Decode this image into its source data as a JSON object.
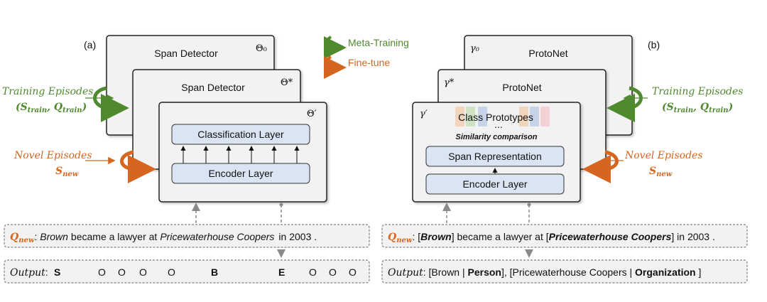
{
  "panel_a": {
    "label": "(a)",
    "back_title": "Span Detector",
    "back_param": "Θ₀",
    "mid_title": "Span Detector",
    "mid_param": "Θ*",
    "front_param": "Θ′",
    "classification_layer": "Classification Layer",
    "encoder_layer": "Encoder Layer",
    "training_episodes": "Training Episodes",
    "training_set": "(S_train, Q_train)",
    "novel_episodes": "Novel Episodes",
    "novel_set": "S_new"
  },
  "panel_b": {
    "label": "(b)",
    "back_title": "ProtoNet",
    "back_param": "γ₀",
    "mid_title": "ProtoNet",
    "mid_param": "γ*",
    "front_param": "γ′",
    "class_prototypes": "Class Prototypes",
    "ellipsis": "...",
    "similarity": "Similarity comparison",
    "span_representation": "Span Representation",
    "encoder_layer": "Encoder Layer",
    "training_episodes": "Training Episodes",
    "training_set": "(S_train, Q_train)",
    "novel_episodes": "Novel Episodes",
    "novel_set": "S_new"
  },
  "legend": {
    "meta_training": "Meta-Training",
    "fine_tune": "Fine-tune"
  },
  "query_a": {
    "label": "Q_new",
    "w1": "Brown",
    "w2": "became a  lawyer at",
    "w3": "Pricewaterhouse  Coopers",
    "w4": "in  2003  ."
  },
  "output_a": {
    "label": "Output",
    "tags": [
      "S",
      "O",
      "O",
      "O",
      "O",
      "B",
      "E",
      "O",
      "O",
      "O"
    ]
  },
  "query_b": {
    "label": "Q_new",
    "p1": "[",
    "w1": "Brown",
    "p2": "] became a  lawyer at [",
    "w3": "Pricewaterhouse  Coopers",
    "p3": "]  in  2003  ."
  },
  "output_b": {
    "label": "Output",
    "t1": "[Brown | ",
    "e1": "Person",
    "t2": "], [Pricewaterhouse  Coopers  | ",
    "e2": "Organization",
    "t3": " ]"
  },
  "colors": {
    "green": "#4f8a2f",
    "orange": "#d4661f",
    "box_fill": "#f2f2f2",
    "layer_fill": "#dbe4f3"
  }
}
